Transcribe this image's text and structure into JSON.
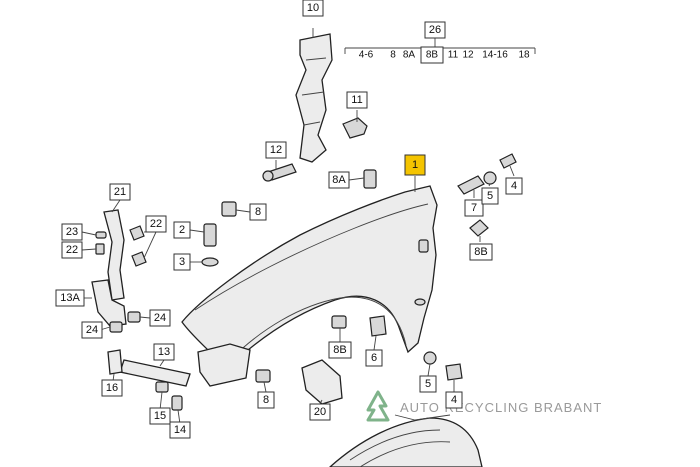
{
  "callouts": {
    "c1": "1",
    "c2": "2",
    "c3": "3",
    "c4": "4",
    "c5a": "5",
    "c5b": "5",
    "c6": "6",
    "c7": "7",
    "c8a": "8",
    "c8b": "8",
    "c8A": "8A",
    "c8Ba": "8B",
    "c8Bb": "8B",
    "c10": "10",
    "c11": "11",
    "c12": "12",
    "c13": "13",
    "c13A": "13A",
    "c14": "14",
    "c15": "15",
    "c16": "16",
    "c20": "20",
    "c21": "21",
    "c22a": "22",
    "c22b": "22",
    "c23": "23",
    "c24a": "24",
    "c24b": "24",
    "c26": "26"
  },
  "range_bar": [
    "4-6",
    "8",
    "8A",
    "8B",
    "11",
    "12",
    "14-16",
    "18"
  ],
  "watermark": "AUTO RECYCLING BRABANT"
}
